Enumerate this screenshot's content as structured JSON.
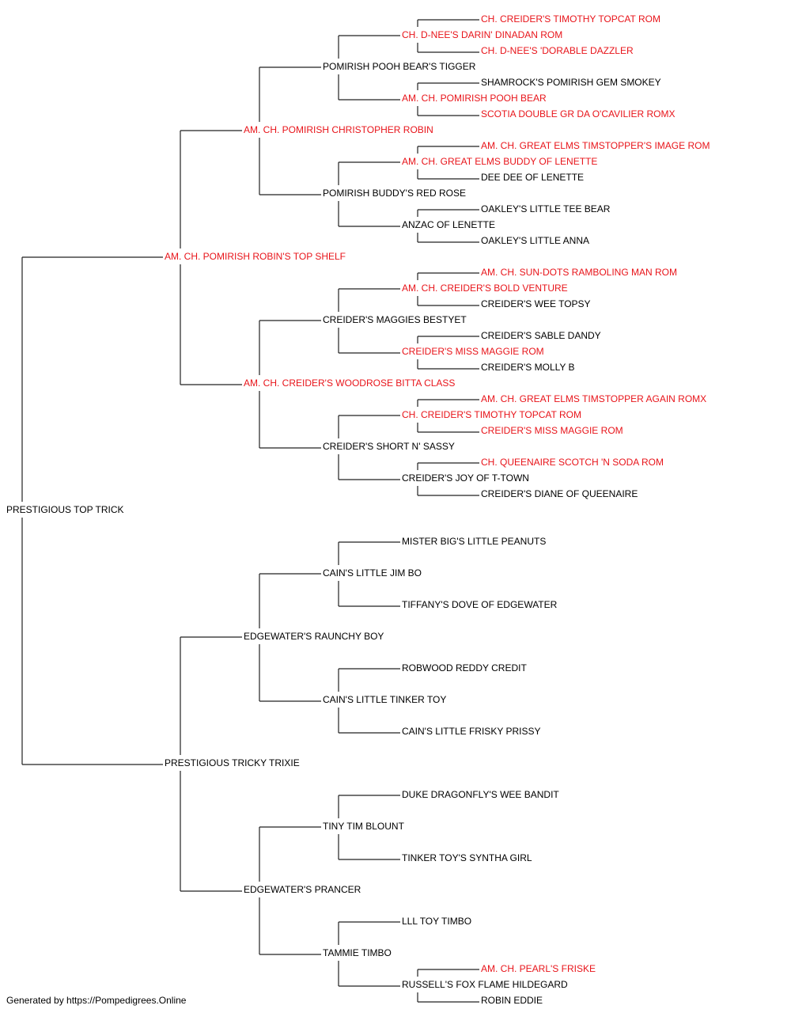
{
  "colors": {
    "champion": "#e8141a",
    "normal": "#000000",
    "line": "#222222"
  },
  "footer": "Generated by https://Pompedigrees.Online",
  "pedigree": {
    "name": "PRESTIGIOUS TOP TRICK",
    "champion": false,
    "sire": {
      "name": "AM. CH. POMIRISH ROBIN'S TOP SHELF",
      "champion": true,
      "sire": {
        "name": "AM. CH. POMIRISH CHRISTOPHER ROBIN",
        "champion": true,
        "sire": {
          "name": "POMIRISH POOH BEAR'S TIGGER",
          "champion": false,
          "sire": {
            "name": "CH. D-NEE'S DARIN' DINADAN ROM",
            "champion": true,
            "sire": {
              "name": "CH. CREIDER'S TIMOTHY TOPCAT ROM",
              "champion": true
            },
            "dam": {
              "name": "CH. D-NEE'S 'DORABLE DAZZLER",
              "champion": true
            }
          },
          "dam": {
            "name": "AM. CH. POMIRISH POOH BEAR",
            "champion": true,
            "sire": {
              "name": "SHAMROCK'S POMIRISH GEM SMOKEY",
              "champion": false
            },
            "dam": {
              "name": "SCOTIA DOUBLE GR DA O'CAVILIER ROMX",
              "champion": true
            }
          }
        },
        "dam": {
          "name": "POMIRISH BUDDY'S RED ROSE",
          "champion": false,
          "sire": {
            "name": "AM. CH. GREAT ELMS BUDDY OF LENETTE",
            "champion": true,
            "sire": {
              "name": "AM. CH. GREAT ELMS TIMSTOPPER'S IMAGE ROM",
              "champion": true
            },
            "dam": {
              "name": "DEE DEE OF LENETTE",
              "champion": false
            }
          },
          "dam": {
            "name": "ANZAC OF LENETTE",
            "champion": false,
            "sire": {
              "name": "OAKLEY'S LITTLE TEE BEAR",
              "champion": false
            },
            "dam": {
              "name": "OAKLEY'S LITTLE ANNA",
              "champion": false
            }
          }
        }
      },
      "dam": {
        "name": "AM. CH. CREIDER'S WOODROSE BITTA CLASS",
        "champion": true,
        "sire": {
          "name": "CREIDER'S MAGGIES BESTYET",
          "champion": false,
          "sire": {
            "name": "AM. CH. CREIDER'S BOLD VENTURE",
            "champion": true,
            "sire": {
              "name": "AM. CH. SUN-DOTS RAMBOLING MAN ROM",
              "champion": true
            },
            "dam": {
              "name": "CREIDER'S WEE TOPSY",
              "champion": false
            }
          },
          "dam": {
            "name": "CREIDER'S MISS MAGGIE ROM",
            "champion": true,
            "sire": {
              "name": "CREIDER'S SABLE DANDY",
              "champion": false
            },
            "dam": {
              "name": "CREIDER'S MOLLY B",
              "champion": false
            }
          }
        },
        "dam": {
          "name": "CREIDER'S SHORT N' SASSY",
          "champion": false,
          "sire": {
            "name": "CH. CREIDER'S TIMOTHY TOPCAT ROM",
            "champion": true,
            "sire": {
              "name": "AM. CH. GREAT ELMS TIMSTOPPER AGAIN ROMX",
              "champion": true
            },
            "dam": {
              "name": "CREIDER'S MISS MAGGIE ROM",
              "champion": true
            }
          },
          "dam": {
            "name": "CREIDER'S JOY OF T-TOWN",
            "champion": false,
            "sire": {
              "name": "CH. QUEENAIRE SCOTCH 'N SODA ROM",
              "champion": true
            },
            "dam": {
              "name": "CREIDER'S DIANE OF QUEENAIRE",
              "champion": false
            }
          }
        }
      }
    },
    "dam": {
      "name": "PRESTIGIOUS TRICKY TRIXIE",
      "champion": false,
      "sire": {
        "name": "EDGEWATER'S RAUNCHY BOY",
        "champion": false,
        "sire": {
          "name": "CAIN'S LITTLE JIM BO",
          "champion": false,
          "sire": {
            "name": "MISTER BIG'S LITTLE PEANUTS",
            "champion": false
          },
          "dam": {
            "name": "TIFFANY'S DOVE OF EDGEWATER",
            "champion": false
          }
        },
        "dam": {
          "name": "CAIN'S LITTLE TINKER TOY",
          "champion": false,
          "sire": {
            "name": "ROBWOOD REDDY CREDIT",
            "champion": false
          },
          "dam": {
            "name": "CAIN'S LITTLE FRISKY PRISSY",
            "champion": false
          }
        }
      },
      "dam": {
        "name": "EDGEWATER'S PRANCER",
        "champion": false,
        "sire": {
          "name": "TINY TIM BLOUNT",
          "champion": false,
          "sire": {
            "name": "DUKE DRAGONFLY'S WEE BANDIT",
            "champion": false
          },
          "dam": {
            "name": "TINKER TOY'S SYNTHA GIRL",
            "champion": false
          }
        },
        "dam": {
          "name": "TAMMIE TIMBO",
          "champion": false,
          "sire": {
            "name": "LLL TOY TIMBO",
            "champion": false
          },
          "dam": {
            "name": "RUSSELL'S FOX FLAME HILDEGARD",
            "champion": false,
            "sire": {
              "name": "AM. CH. PEARL'S FRISKE",
              "champion": true
            },
            "dam": {
              "name": "ROBIN EDDIE",
              "champion": false
            }
          }
        }
      }
    }
  }
}
